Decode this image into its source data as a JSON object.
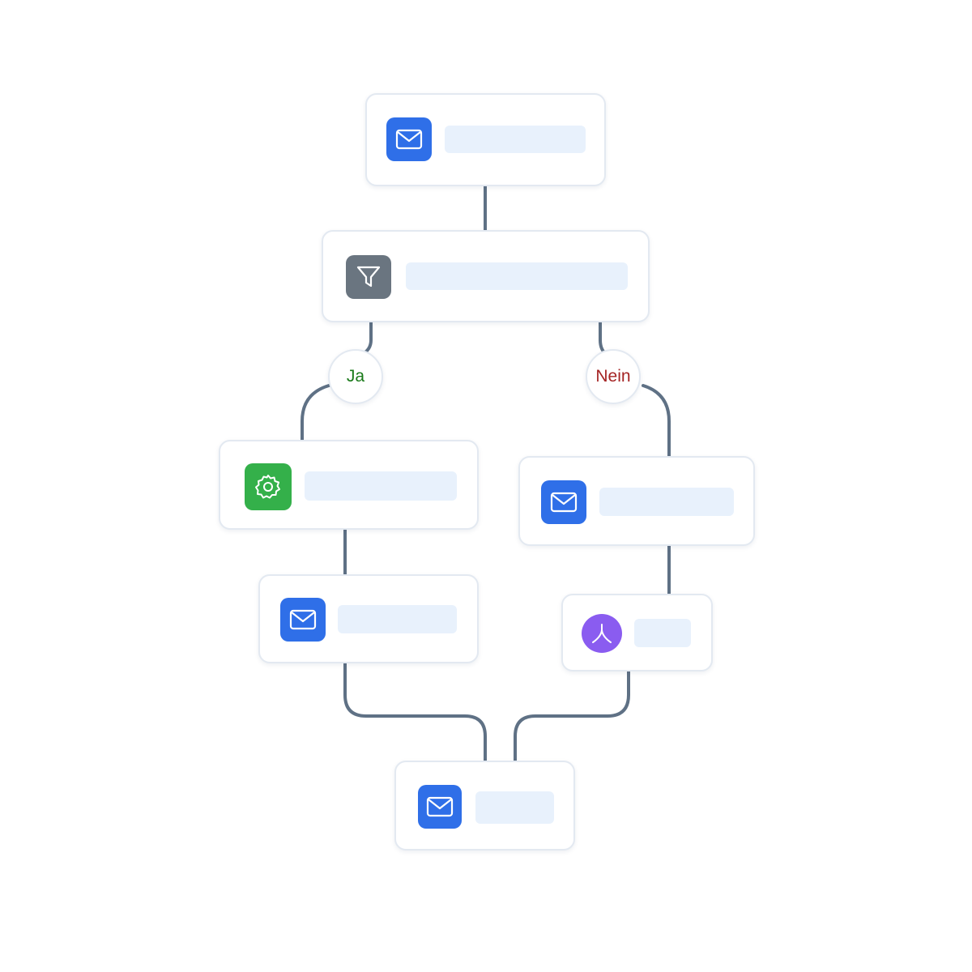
{
  "colors": {
    "connector": "#5f7185",
    "card_border": "#e3e9f1",
    "placeholder": "#e8f1fc",
    "mail_icon_bg": "#2f6fe8",
    "filter_icon_bg": "#6a7580",
    "action_icon_bg": "#34b04a",
    "person_icon_bg": "#8a5cf0",
    "yes_label": "#1a7a1a",
    "no_label": "#a52525"
  },
  "branches": {
    "yes_label": "Ja",
    "no_label": "Nein"
  },
  "nodes": [
    {
      "id": "start-mail",
      "icon": "mail-icon"
    },
    {
      "id": "filter",
      "icon": "filter-icon"
    },
    {
      "id": "yes-action",
      "icon": "gear-icon"
    },
    {
      "id": "yes-mail",
      "icon": "mail-icon"
    },
    {
      "id": "no-mail",
      "icon": "mail-icon"
    },
    {
      "id": "no-person",
      "icon": "person-icon"
    },
    {
      "id": "end-mail",
      "icon": "mail-icon"
    }
  ]
}
